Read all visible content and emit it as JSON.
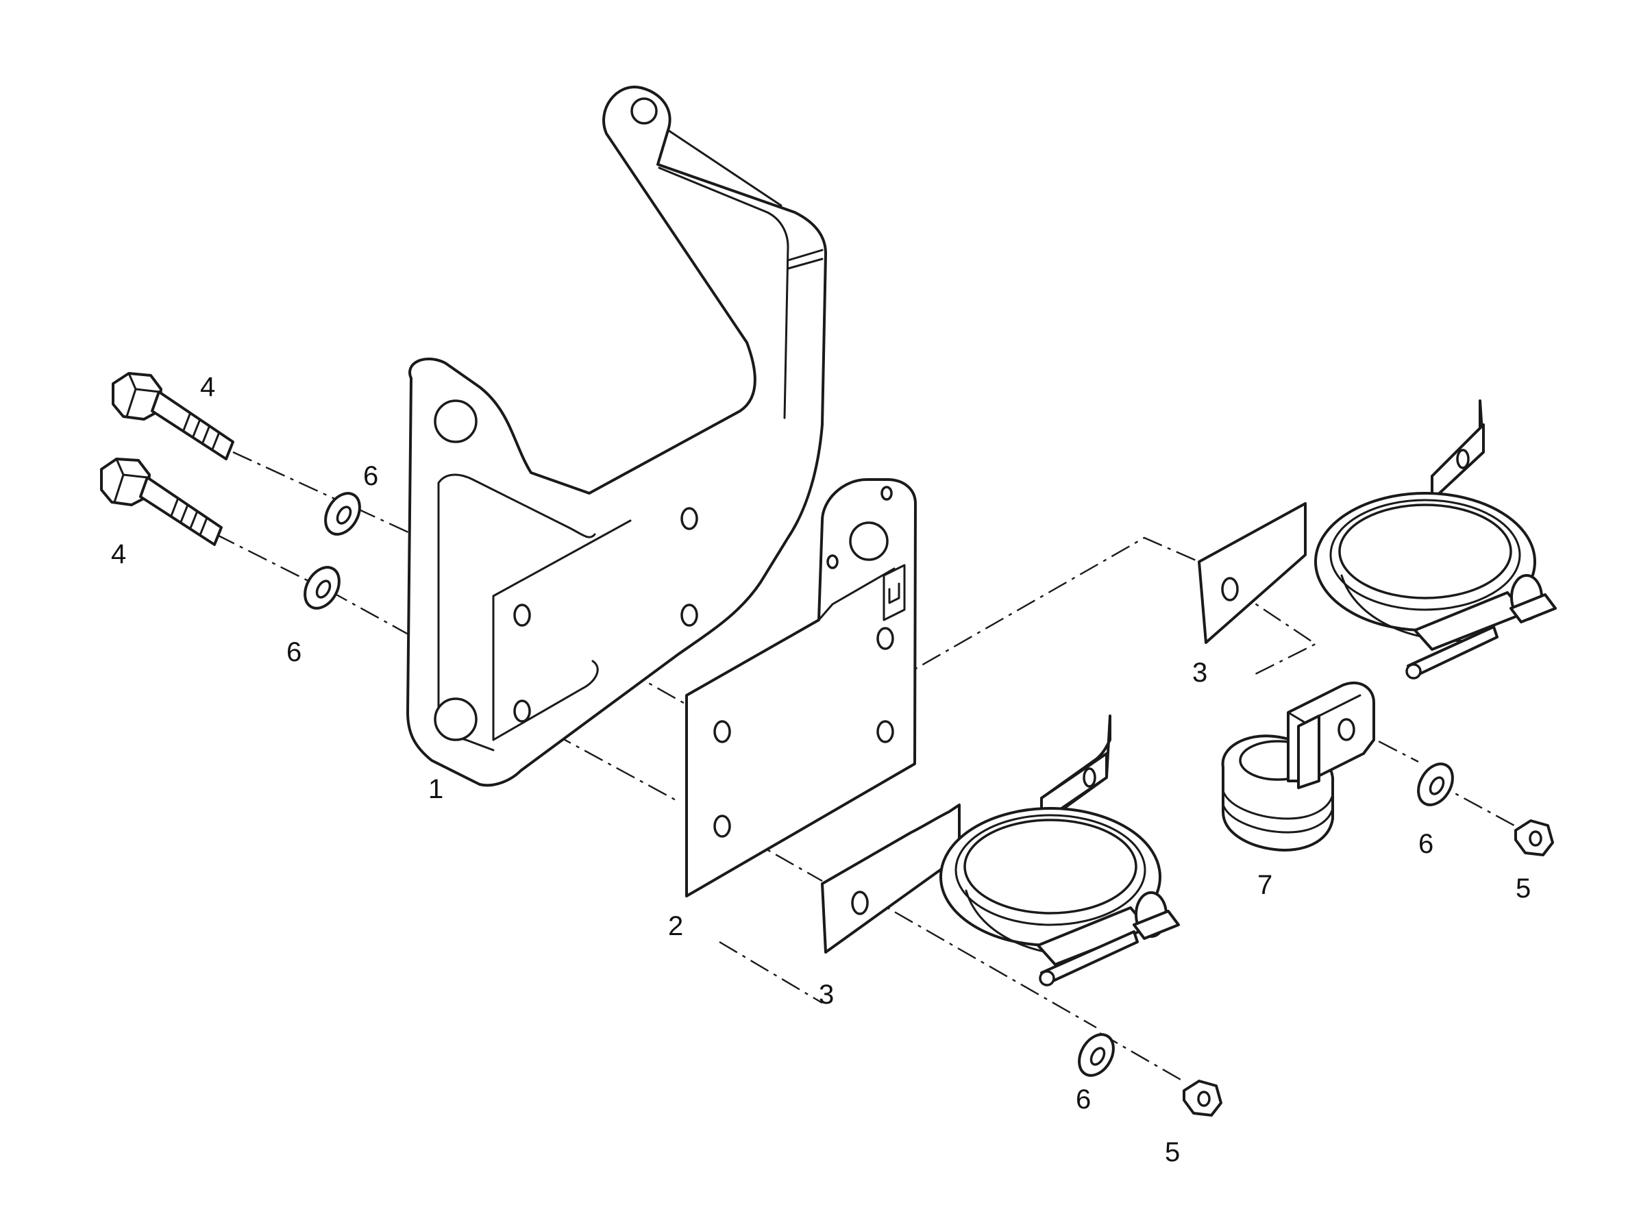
{
  "callouts": {
    "bracket_main": "1",
    "plate": "2",
    "clamp_lower": "3",
    "clamp_upper": "3",
    "bolt_upper": "4",
    "bolt_lower": "4",
    "nut_lower": "5",
    "nut_right": "5",
    "washer_bolt_upper": "6",
    "washer_bolt_lower": "6",
    "washer_lower": "6",
    "washer_right": "6",
    "hanger": "7"
  },
  "colors": {
    "line": "#1a1a1a",
    "background": "#ffffff"
  },
  "icons": {
    "bolt": "hex-bolt-icon",
    "washer": "washer-icon",
    "nut": "hex-nut-icon",
    "clamp": "pipe-clamp-icon",
    "hanger": "rubber-hanger-icon"
  }
}
